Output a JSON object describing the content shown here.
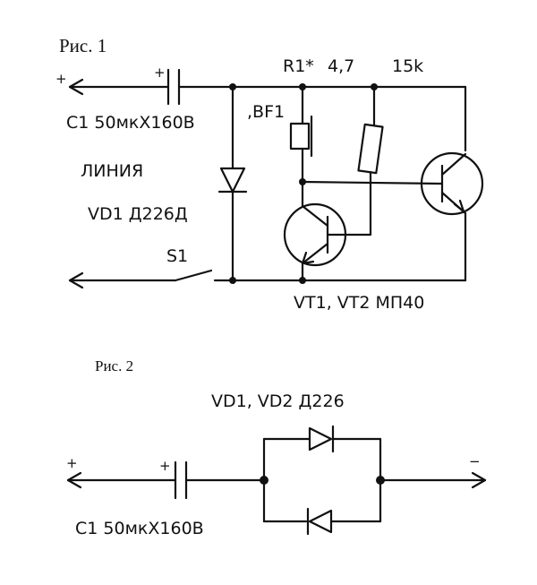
{
  "fig1": {
    "title": "Рис. 1",
    "plus_sign": "+",
    "cap_plus": "+",
    "c1_label": "C1 50мкX160B",
    "r1_label": "R1*",
    "r1_value": "4,7",
    "r2_value": "15k",
    "bf1_label": ",BF1",
    "line_label": "ЛИНИЯ",
    "vd1_label": "VD1 Д226Д",
    "s1_label": "S1",
    "vt_label": "VT1, VT2 МП40"
  },
  "fig2": {
    "title": "Рис. 2",
    "plus_sign": "+",
    "cap_plus": "+",
    "minus_sign": "−",
    "diodes_label": "VD1, VD2 Д226",
    "c1_label": "C1 50мкX160B"
  }
}
